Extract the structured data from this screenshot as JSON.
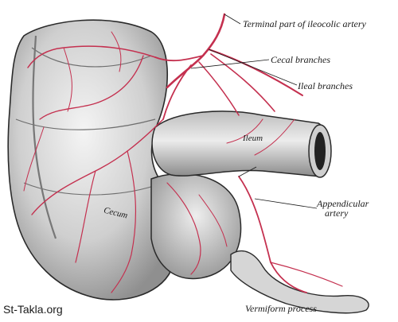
{
  "labels": {
    "terminal_ileocolic": "Terminal part of ileocolic artery",
    "cecal_branches": "Cecal branches",
    "ileal_branches": "Ileal branches",
    "ileum": "Ileum",
    "cecum": "Cecum",
    "appendicular_artery_line1": "Appendicular",
    "appendicular_artery_line2": "artery",
    "vermiform_process": "Vermiform process"
  },
  "watermark": "St-Takla.org",
  "colors": {
    "artery": "#c4304f",
    "outline": "#2a2a2a",
    "tissue": "#d9d9d9",
    "shadow": "#9a9a9a"
  }
}
